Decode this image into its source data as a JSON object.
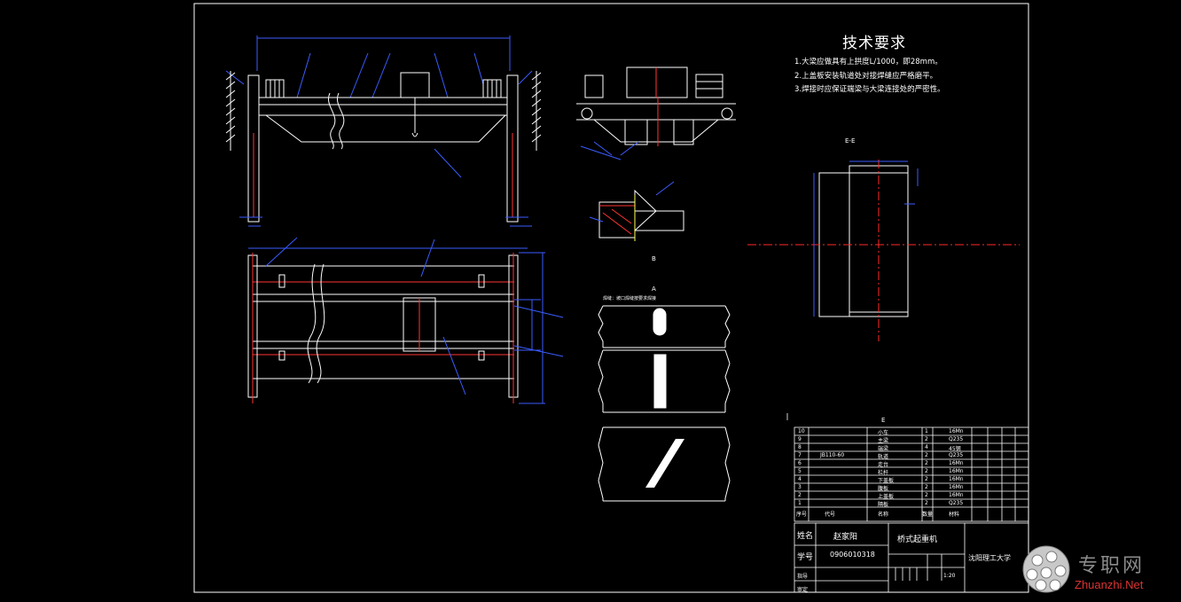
{
  "tech_requirements": {
    "title": "技术要求",
    "lines": [
      "1.大梁应做具有上拱度L/1000，即28mm。",
      "2.上盖板安装轨道处对接焊缝应严格磨平。",
      "3.焊接时应保证端梁与大梁连接处的严密性。"
    ]
  },
  "section_labels": {
    "ee": "E-E",
    "b": "B",
    "a": "A",
    "e": "E"
  },
  "weld_note": "焊缝：坡口焊缝按要求焊接",
  "parts_table": {
    "rows": [
      {
        "no": "10",
        "code": "",
        "name": "小车",
        "qty": "1",
        "material": "16Mn"
      },
      {
        "no": "9",
        "code": "",
        "name": "主梁",
        "qty": "2",
        "material": "Q235"
      },
      {
        "no": "8",
        "code": "",
        "name": "端梁",
        "qty": "4",
        "material": "45钢"
      },
      {
        "no": "7",
        "code": "JB110-60",
        "name": "轨道",
        "qty": "2",
        "material": "Q235"
      },
      {
        "no": "6",
        "code": "",
        "name": "走台",
        "qty": "2",
        "material": "16Mn"
      },
      {
        "no": "5",
        "code": "",
        "name": "栏杆",
        "qty": "2",
        "material": "16Mn"
      },
      {
        "no": "4",
        "code": "",
        "name": "下盖板",
        "qty": "2",
        "material": "16Mn"
      },
      {
        "no": "3",
        "code": "",
        "name": "腹板",
        "qty": "2",
        "material": "16Mn"
      },
      {
        "no": "2",
        "code": "",
        "name": "上盖板",
        "qty": "2",
        "material": "16Mn"
      },
      {
        "no": "1",
        "code": "",
        "name": "隔板",
        "qty": "2",
        "material": "Q235"
      }
    ],
    "header": {
      "no": "序号",
      "code": "代号",
      "name": "名称",
      "qty": "数量",
      "material": "材料"
    }
  },
  "title_block": {
    "name_label": "姓名",
    "name_value": "赵家阳",
    "id_label": "学号",
    "id_value": "0906010318",
    "drawing_title": "桥式起重机",
    "school": "沈阳理工大学",
    "scale_value": "1:20",
    "row3_label": "指导",
    "row4_label": "审定"
  },
  "watermark": {
    "cn": "专职网",
    "en": "Zhuanzhi.Net"
  },
  "colors": {
    "line": "#ffffff",
    "dim": "#3b5cff",
    "center": "#ff2a2a",
    "hatch": "#ff3333",
    "accent_yellow": "#ffff55"
  }
}
